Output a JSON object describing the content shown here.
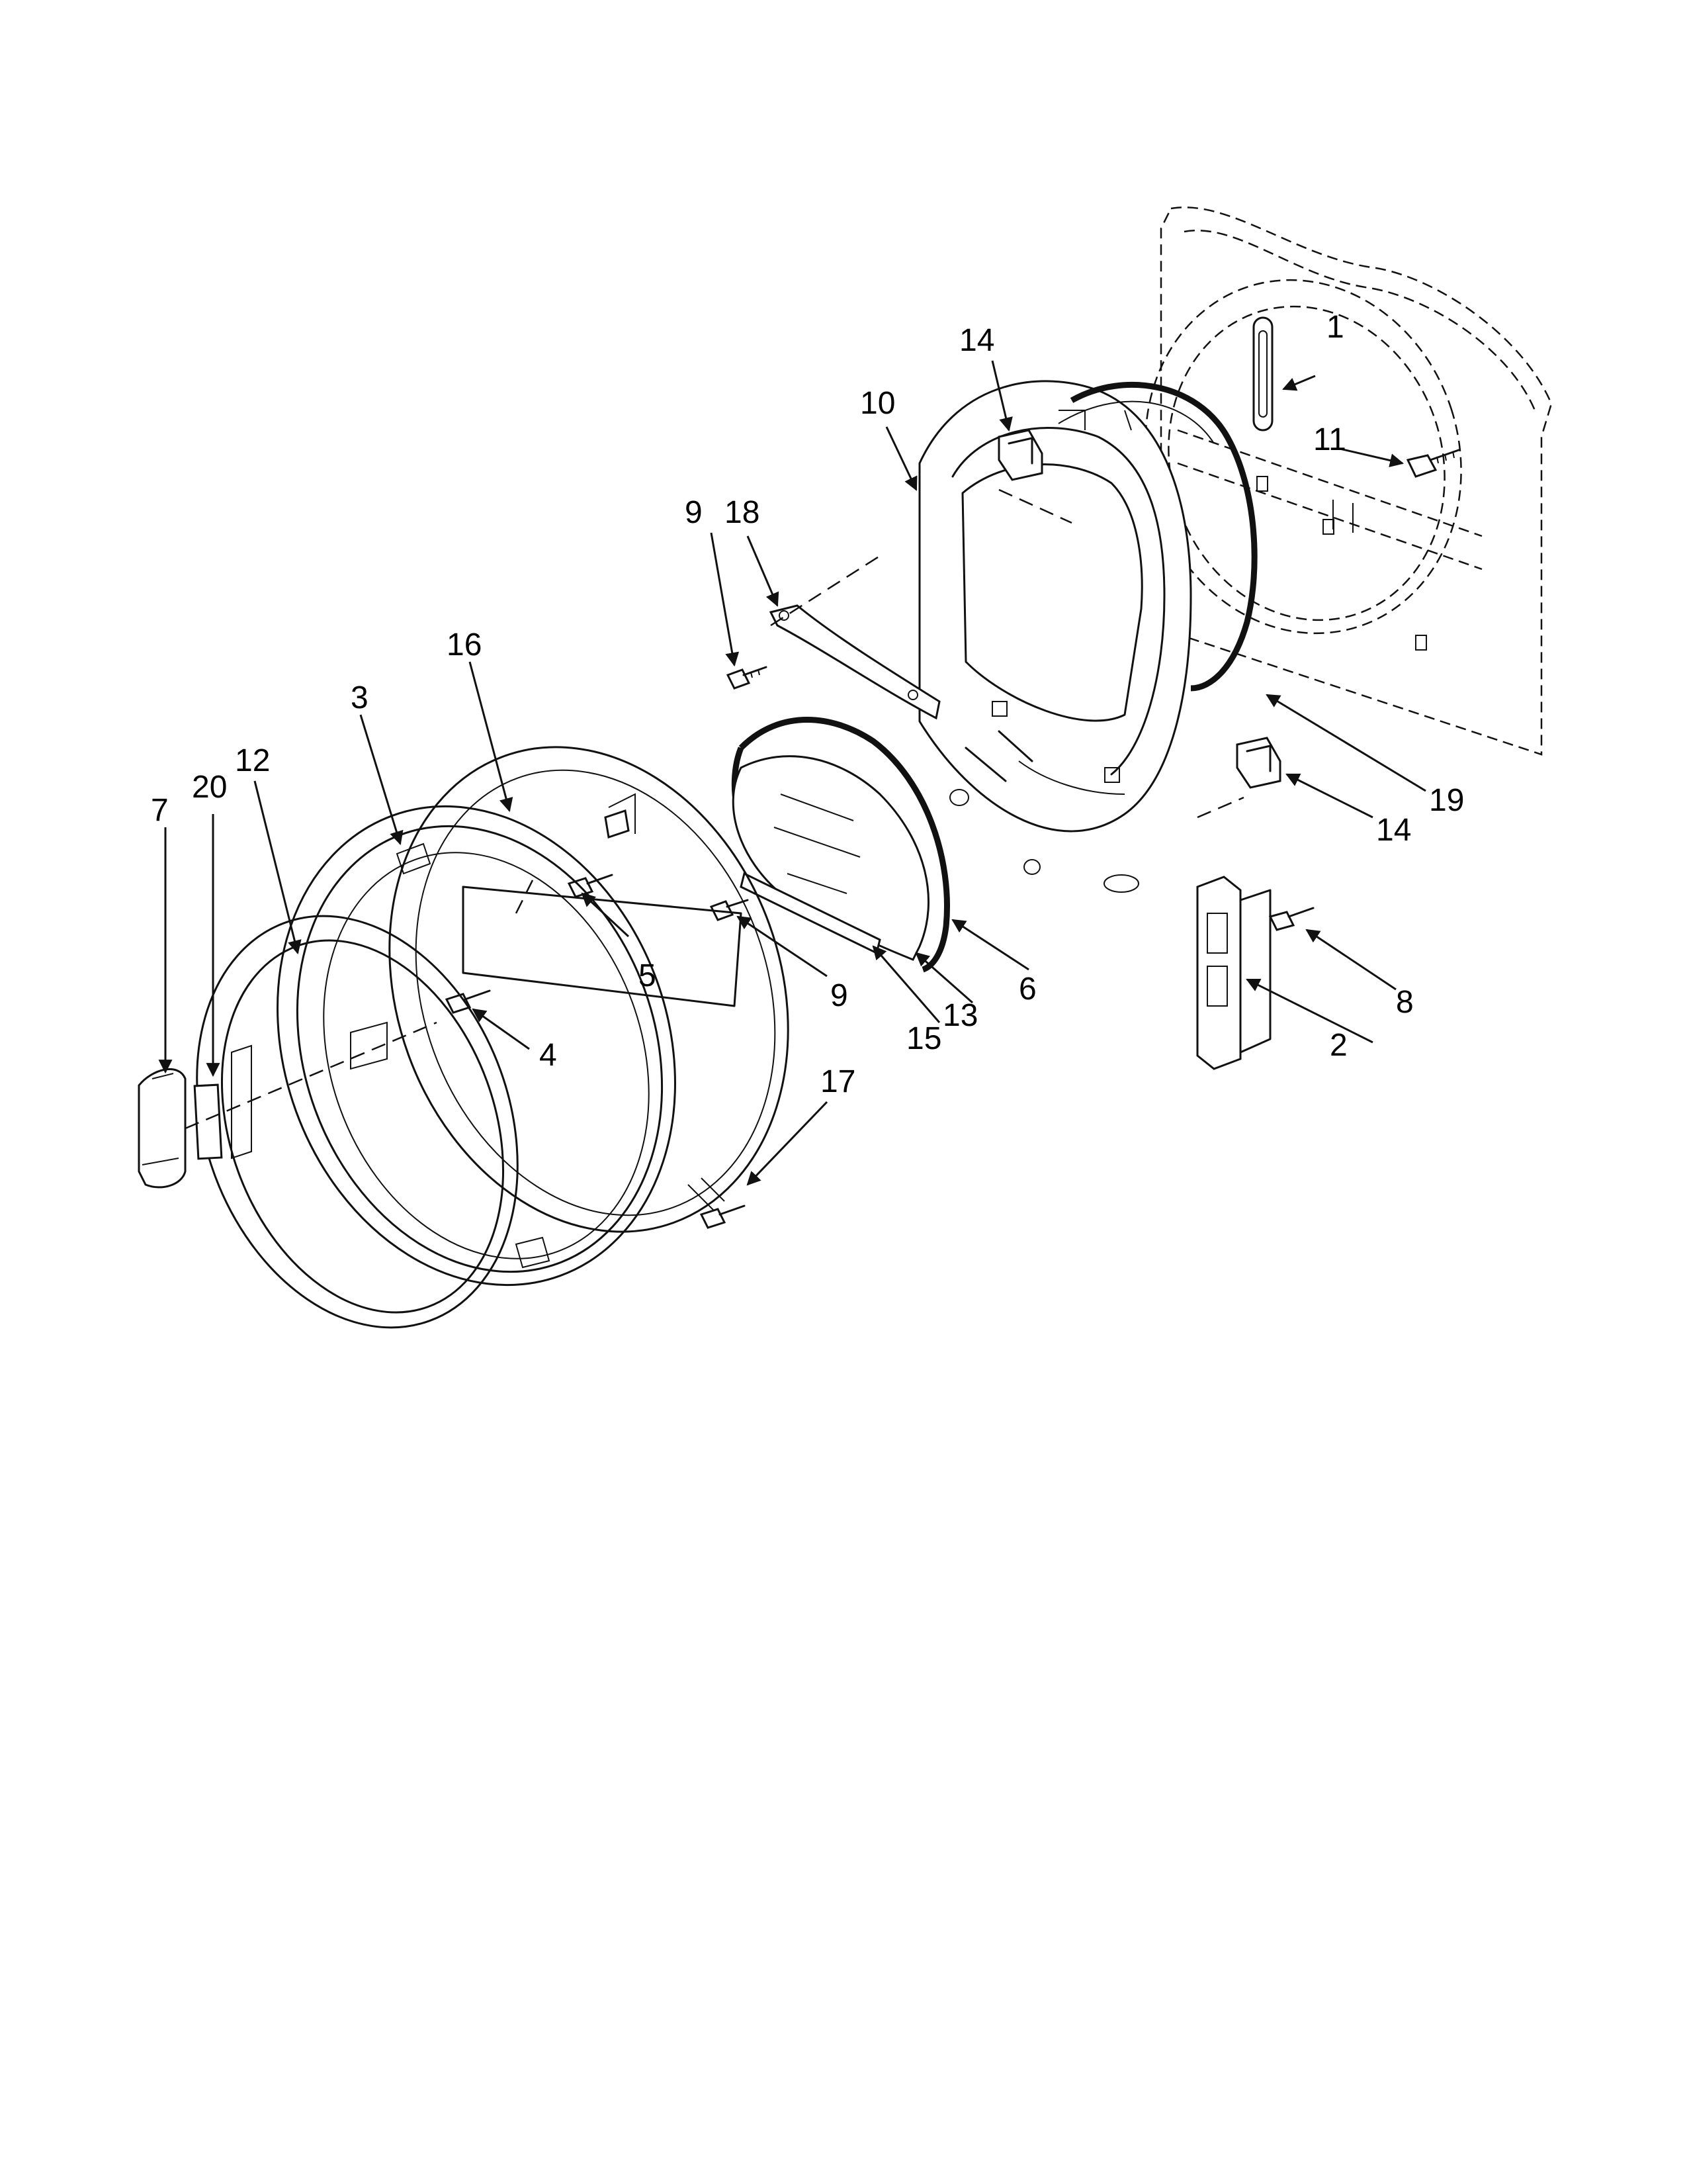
{
  "callouts": [
    {
      "id": "c1",
      "label": "1"
    },
    {
      "id": "c2",
      "label": "2"
    },
    {
      "id": "c3",
      "label": "3"
    },
    {
      "id": "c4",
      "label": "4"
    },
    {
      "id": "c5",
      "label": "5"
    },
    {
      "id": "c6",
      "label": "6"
    },
    {
      "id": "c7",
      "label": "7"
    },
    {
      "id": "c8",
      "label": "8"
    },
    {
      "id": "c9a",
      "label": "9"
    },
    {
      "id": "c9b",
      "label": "9"
    },
    {
      "id": "c10",
      "label": "10"
    },
    {
      "id": "c11",
      "label": "11"
    },
    {
      "id": "c12",
      "label": "12"
    },
    {
      "id": "c13",
      "label": "13"
    },
    {
      "id": "c14a",
      "label": "14"
    },
    {
      "id": "c14b",
      "label": "14"
    },
    {
      "id": "c15",
      "label": "15"
    },
    {
      "id": "c16",
      "label": "16"
    },
    {
      "id": "c17",
      "label": "17"
    },
    {
      "id": "c18",
      "label": "18"
    },
    {
      "id": "c19",
      "label": "19"
    },
    {
      "id": "c20",
      "label": "20"
    }
  ]
}
